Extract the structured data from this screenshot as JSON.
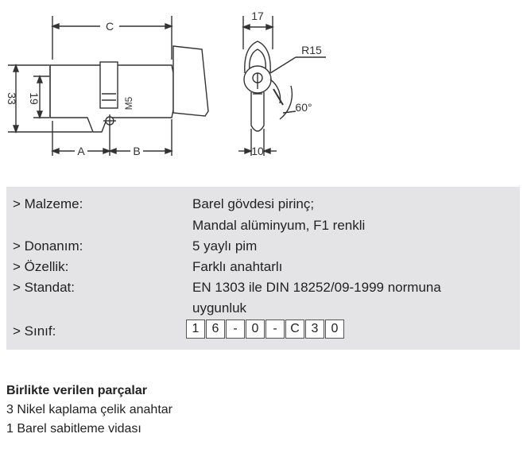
{
  "drawing": {
    "dims": {
      "c": "C",
      "d17": "17",
      "r15": "R15",
      "d33": "33",
      "d19": "19",
      "m5": "M5",
      "a60": "60°",
      "a": "A",
      "b": "B",
      "d10": "10"
    }
  },
  "specs": [
    {
      "label": "> Malzeme:",
      "value": "Barel gövdesi pirinç;"
    },
    {
      "label": "",
      "value": "Mandal alüminyum, F1 renkli"
    },
    {
      "label": "> Donanım:",
      "value": "5 yaylı pim"
    },
    {
      "label": "> Özellik:",
      "value": "Farklı anahtarlı"
    },
    {
      "label": "> Standat:",
      "value": "EN 1303 ile DIN 18252/09-1999 normuna"
    },
    {
      "label": "",
      "value": "uygunluk"
    }
  ],
  "class_label": "> Sınıf:",
  "class_code": [
    "1",
    "6",
    "-",
    "0",
    "-",
    "C",
    "3",
    "0"
  ],
  "parts": {
    "title": "Birlikte verilen parçalar",
    "items": [
      "3 Nikel kaplama çelik anahtar",
      "1 Barel sabitleme vidası"
    ]
  }
}
